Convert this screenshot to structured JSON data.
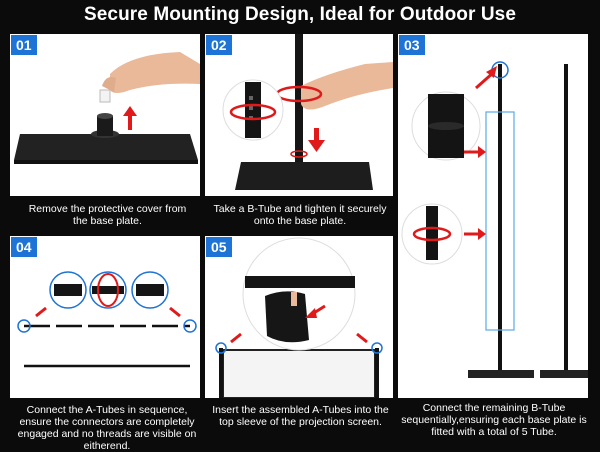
{
  "header": {
    "title": "Secure Mounting Design, Ideal for Outdoor Use"
  },
  "colors": {
    "accent_blue": "#1e73d6",
    "arrow_red": "#e01a1a",
    "panel_bg": "#ffffff",
    "page_bg": "#0b0b0b"
  },
  "steps": [
    {
      "number": "01",
      "caption": "Remove the protective cover from the base plate."
    },
    {
      "number": "02",
      "caption": "Take a B-Tube and tighten it securely onto the base plate."
    },
    {
      "number": "03",
      "caption": "Connect the remaining B-Tube sequentially,ensuring each base plate is fitted with a total of 5 Tube."
    },
    {
      "number": "04",
      "caption": "Connect the A-Tubes in sequence, ensure the connectors are completely engaged and no threads are visible on eitherend."
    },
    {
      "number": "05",
      "caption": "Insert the assembled A-Tubes into the top sleeve of the projection screen."
    }
  ]
}
